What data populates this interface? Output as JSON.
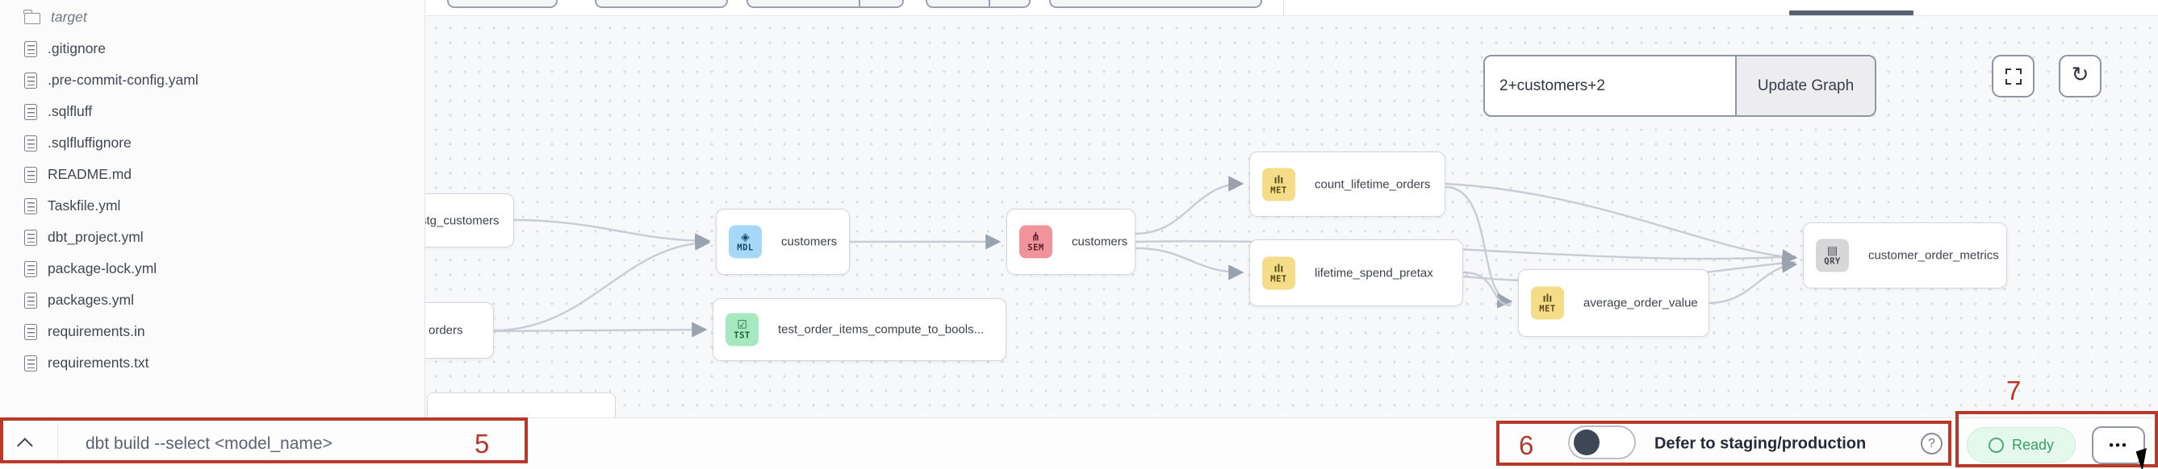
{
  "sidebar": {
    "files": [
      {
        "name": "target",
        "type": "folder"
      },
      {
        "name": ".gitignore",
        "type": "file"
      },
      {
        "name": ".pre-commit-config.yaml",
        "type": "file"
      },
      {
        "name": ".sqlfluff",
        "type": "file"
      },
      {
        "name": ".sqlfluffignore",
        "type": "file"
      },
      {
        "name": "README.md",
        "type": "file"
      },
      {
        "name": "Taskfile.yml",
        "type": "file"
      },
      {
        "name": "dbt_project.yml",
        "type": "file"
      },
      {
        "name": "package-lock.yml",
        "type": "file"
      },
      {
        "name": "packages.yml",
        "type": "file"
      },
      {
        "name": "requirements.in",
        "type": "file"
      },
      {
        "name": "requirements.txt",
        "type": "file"
      }
    ]
  },
  "lineage": {
    "filter_input": "2+customers+2",
    "update_button": "Update Graph",
    "nodes": [
      {
        "id": "stg_customers",
        "label": "stg_customers",
        "badge": null
      },
      {
        "id": "orders",
        "label": "orders",
        "badge": null
      },
      {
        "id": "customers_model",
        "label": "customers",
        "badge": "MDL"
      },
      {
        "id": "test_order_items",
        "label": "test_order_items_compute_to_bools...",
        "badge": "TST"
      },
      {
        "id": "customers_semantic",
        "label": "customers",
        "badge": "SEM"
      },
      {
        "id": "count_lifetime_orders",
        "label": "count_lifetime_orders",
        "badge": "MET"
      },
      {
        "id": "lifetime_spend_pretax",
        "label": "lifetime_spend_pretax",
        "badge": "MET"
      },
      {
        "id": "average_order_value",
        "label": "average_order_value",
        "badge": "MET"
      },
      {
        "id": "customer_order_metrics",
        "label": "customer_order_metrics",
        "badge": "QRY"
      }
    ],
    "edges": [
      [
        "stg_customers",
        "customers_model"
      ],
      [
        "orders",
        "customers_model"
      ],
      [
        "orders",
        "test_order_items"
      ],
      [
        "customers_model",
        "customers_semantic"
      ],
      [
        "customers_semantic",
        "count_lifetime_orders"
      ],
      [
        "customers_semantic",
        "lifetime_spend_pretax"
      ],
      [
        "customers_semantic",
        "customer_order_metrics"
      ],
      [
        "count_lifetime_orders",
        "average_order_value"
      ],
      [
        "count_lifetime_orders",
        "customer_order_metrics"
      ],
      [
        "lifetime_spend_pretax",
        "average_order_value"
      ],
      [
        "lifetime_spend_pretax",
        "customer_order_metrics"
      ],
      [
        "average_order_value",
        "customer_order_metrics"
      ]
    ],
    "badge_colors": {
      "MDL": {
        "bg": "#a6d8f7",
        "fg": "#1c4866"
      },
      "TST": {
        "bg": "#a6e8c0",
        "fg": "#1d5c38"
      },
      "SEM": {
        "bg": "#f0939b",
        "fg": "#571f27"
      },
      "MET": {
        "bg": "#f4dc88",
        "fg": "#5a491c"
      },
      "QRY": {
        "bg": "#d7d7da",
        "fg": "#44464c"
      }
    }
  },
  "command_bar": {
    "command": "dbt build --select <model_name>",
    "defer_toggle": {
      "state": "off",
      "label": "Defer to staging/production"
    },
    "status_button": "Ready",
    "more_button": "•••",
    "help_icon": "?"
  },
  "annotations": {
    "box5": "5",
    "box6": "6",
    "box7": "7",
    "color": "#b5392b"
  }
}
